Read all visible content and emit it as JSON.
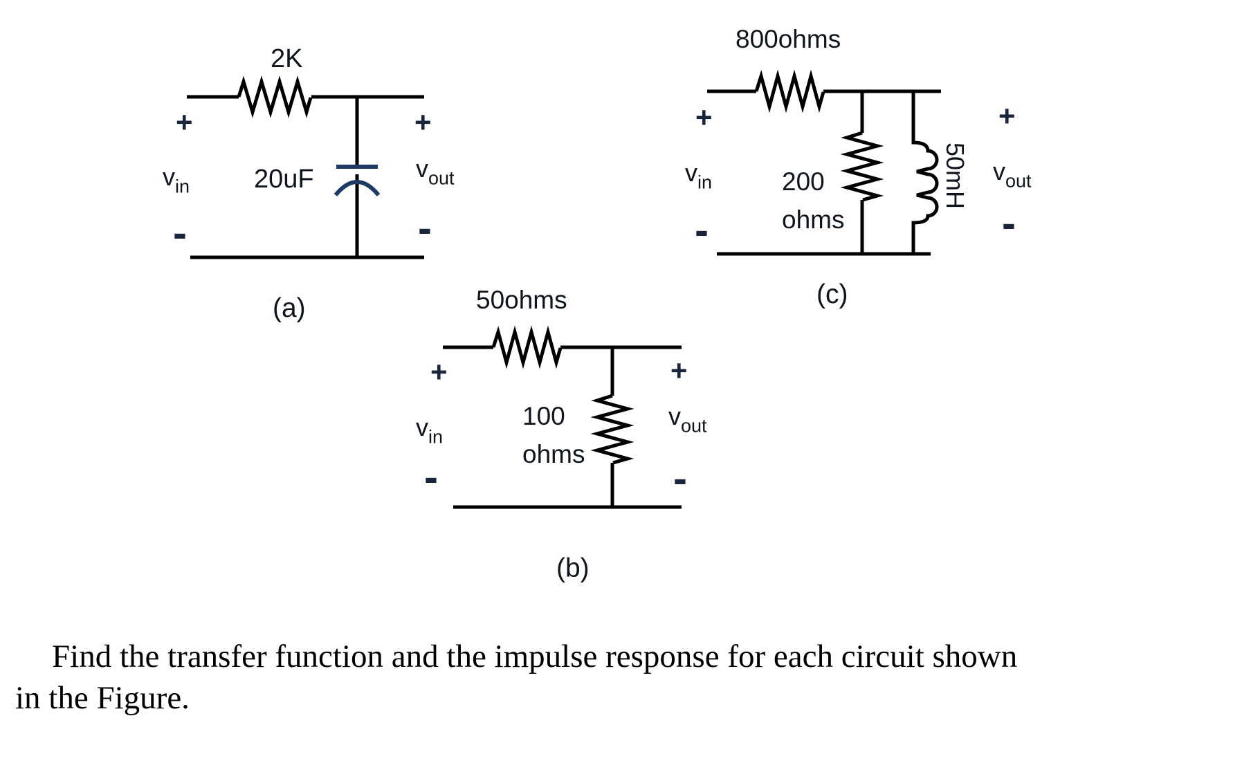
{
  "question": {
    "line1": "Find the transfer function and the impulse response for each circuit shown",
    "line2": "in the Figure."
  },
  "symbols": {
    "plus": "+",
    "minus": "-"
  },
  "circuits": {
    "a": {
      "caption": "(a)",
      "series_resistor": "2K",
      "capacitor": "20uF",
      "vin": {
        "base": "v",
        "sub": "in"
      },
      "vout": {
        "base": "v",
        "sub": "out"
      }
    },
    "b": {
      "caption": "(b)",
      "series_resistor": "50ohms",
      "shunt_value": "100",
      "shunt_unit": "ohms",
      "vin": {
        "base": "v",
        "sub": "in"
      },
      "vout": {
        "base": "v",
        "sub": "out"
      }
    },
    "c": {
      "caption": "(c)",
      "series_resistor": "800ohms",
      "shunt_value": "200",
      "shunt_unit": "ohms",
      "inductor": "50mH",
      "vin": {
        "base": "v",
        "sub": "in"
      },
      "vout": {
        "base": "v",
        "sub": "out"
      }
    }
  },
  "colors": {
    "wire": "#000000",
    "capacitor": "#1e3a64",
    "label": "#10151d"
  }
}
